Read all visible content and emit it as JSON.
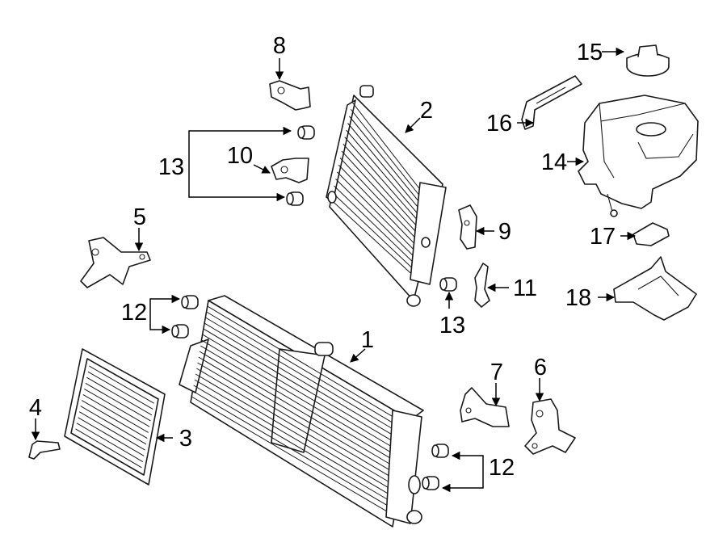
{
  "diagram": {
    "callouts": [
      {
        "id": "c1",
        "text": "1"
      },
      {
        "id": "c2",
        "text": "2"
      },
      {
        "id": "c3",
        "text": "3"
      },
      {
        "id": "c4",
        "text": "4"
      },
      {
        "id": "c5",
        "text": "5"
      },
      {
        "id": "c6",
        "text": "6"
      },
      {
        "id": "c7",
        "text": "7"
      },
      {
        "id": "c8",
        "text": "8"
      },
      {
        "id": "c9",
        "text": "9"
      },
      {
        "id": "c10",
        "text": "10"
      },
      {
        "id": "c11",
        "text": "11"
      },
      {
        "id": "c12a",
        "text": "12"
      },
      {
        "id": "c12b",
        "text": "12"
      },
      {
        "id": "c13a",
        "text": "13"
      },
      {
        "id": "c13b",
        "text": "13"
      },
      {
        "id": "c14",
        "text": "14"
      },
      {
        "id": "c15",
        "text": "15"
      },
      {
        "id": "c16",
        "text": "16"
      },
      {
        "id": "c17",
        "text": "17"
      },
      {
        "id": "c18",
        "text": "18"
      }
    ]
  }
}
